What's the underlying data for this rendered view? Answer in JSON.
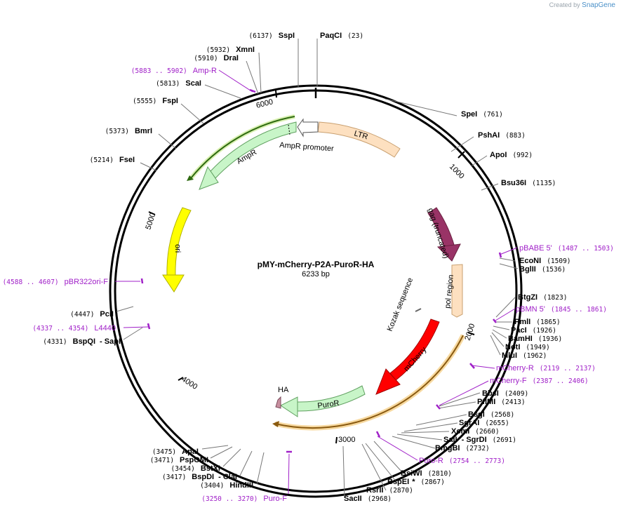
{
  "credit": {
    "prefix": "Created by",
    "brand": "SnapGene"
  },
  "plasmid": {
    "name": "pMY-mCherry-P2A-PuroR-HA",
    "size": "6233 bp"
  },
  "ticks": [
    "1000",
    "2000",
    "3000",
    "4000",
    "5000",
    "6000"
  ],
  "features": {
    "ltr": "LTR",
    "ampr_promoter": "AmpR promoter",
    "ampr": "AmpR",
    "ori": "ori",
    "gag": "gag (truncated)",
    "pol": "pol region",
    "kozak": "Kozak sequence",
    "mcherry": "mCherry",
    "puror": "PuroR",
    "ha": "HA"
  },
  "sites_right": [
    {
      "name": "PaqCI",
      "pos": "(23)"
    },
    {
      "name": "SpeI",
      "pos": "(761)"
    },
    {
      "name": "PshAI",
      "pos": "(883)"
    },
    {
      "name": "ApoI",
      "pos": "(992)"
    },
    {
      "name": "Bsu36I",
      "pos": "(1135)"
    },
    {
      "name": "pBABE 5'",
      "pos": "(1487 .. 1503)"
    },
    {
      "name": "EcoNI",
      "pos": "(1509)"
    },
    {
      "name": "BglII",
      "pos": "(1536)"
    },
    {
      "name": "BtgZI",
      "pos": "(1823)"
    },
    {
      "name": "pBMN 5'",
      "pos": "(1845 .. 1861)"
    },
    {
      "name": "PmlI",
      "pos": "(1865)"
    },
    {
      "name": "PacI",
      "pos": "(1926)"
    },
    {
      "name": "BamHI",
      "pos": "(1936)"
    },
    {
      "name": "NotI",
      "pos": "(1949)"
    },
    {
      "name": "MluI",
      "pos": "(1962)"
    },
    {
      "name": "mCherry-R",
      "pos": "(2119 .. 2137)"
    },
    {
      "name": "mCherry-F",
      "pos": "(2387 .. 2406)"
    },
    {
      "name": "BbsI",
      "pos": "(2409)"
    },
    {
      "name": "PflMI",
      "pos": "(2413)"
    },
    {
      "name": "BsgI",
      "pos": "(2568)"
    },
    {
      "name": "SgrAI",
      "pos": "(2655)"
    },
    {
      "name": "XcmI",
      "pos": "(2660)"
    },
    {
      "name": "SalI",
      "name2": "SgrDI",
      "pos": "(2691)"
    },
    {
      "name": "BmgBI",
      "pos": "(2732)"
    },
    {
      "name": "Puro-R",
      "pos": "(2754 .. 2773)"
    },
    {
      "name": "BsiWI",
      "pos": "(2810)"
    },
    {
      "name": "BspEI",
      "star": "*",
      "pos": "(2867)"
    },
    {
      "name": "RsrII",
      "pos": "(2870)"
    },
    {
      "name": "SacII",
      "pos": "(2968)"
    }
  ],
  "sites_left": [
    {
      "name": "SspI",
      "pos": "(6137)"
    },
    {
      "name": "XmnI",
      "pos": "(5932)"
    },
    {
      "name": "DraI",
      "pos": "(5910)"
    },
    {
      "name": "Amp-R",
      "pos": "(5883 .. 5902)"
    },
    {
      "name": "ScaI",
      "pos": "(5813)"
    },
    {
      "name": "FspI",
      "pos": "(5555)"
    },
    {
      "name": "BmrI",
      "pos": "(5373)"
    },
    {
      "name": "FseI",
      "pos": "(5214)"
    },
    {
      "name": "pBR322ori-F",
      "pos": "(4588 .. 4607)"
    },
    {
      "name": "PciI",
      "pos": "(4447)"
    },
    {
      "name": "L4440",
      "pos": "(4337 .. 4354)"
    },
    {
      "name": "BspQI",
      "name2": "SapI",
      "pos": "(4331)"
    },
    {
      "name": "ApaI",
      "pos": "(3475)"
    },
    {
      "name": "PspOMI",
      "pos": "(3471)"
    },
    {
      "name": "BstXI",
      "pos": "(3454)"
    },
    {
      "name": "BspDI",
      "name2": "ClaI",
      "pos": "(3417)"
    },
    {
      "name": "HindIII",
      "pos": "(3404)"
    },
    {
      "name": "Puro-F",
      "pos": "(3250 .. 3270)"
    }
  ],
  "colors": {
    "backbone": "#000000",
    "primer": "#a020c8",
    "ltr": "#fde0c0",
    "ampr": "#c8f5c8",
    "ori": "#ffff00",
    "gag": "#993366",
    "pol": "#fde0c0",
    "mcherry": "#ff0000",
    "puror": "#c8f5c8",
    "ha": "#c890a0"
  }
}
